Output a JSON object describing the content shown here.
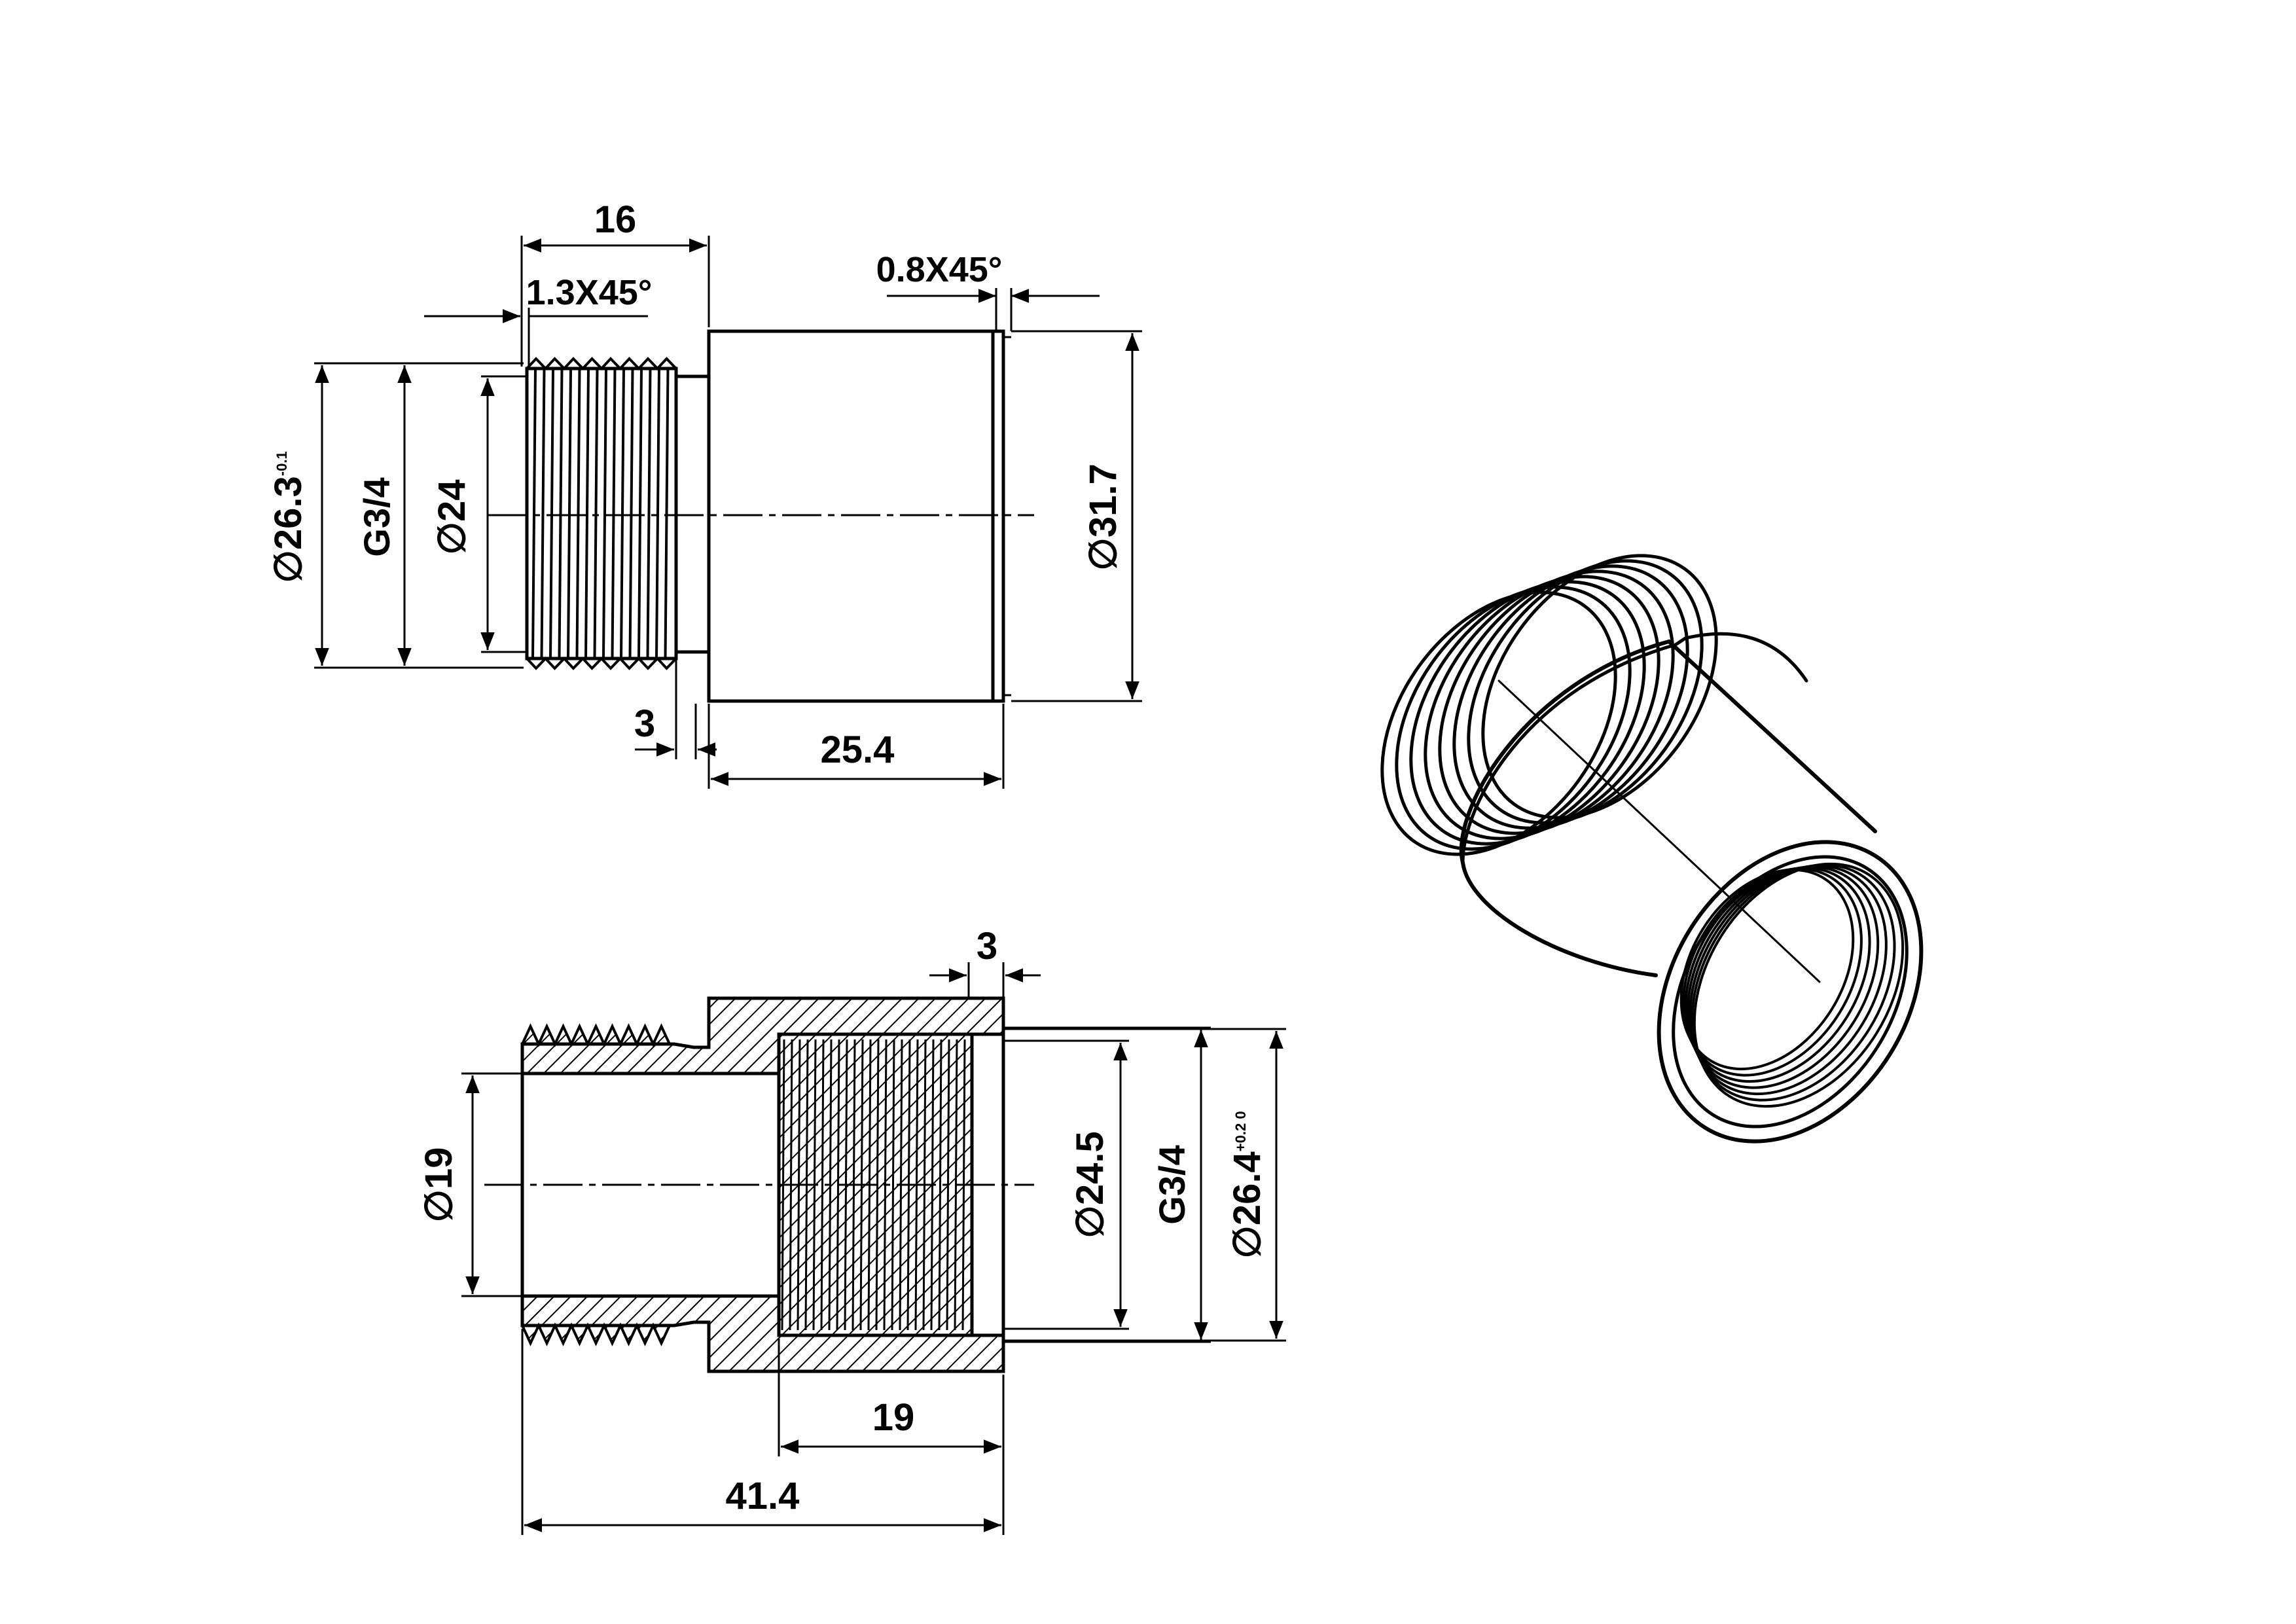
{
  "colors": {
    "ink": "#000000",
    "background": "#ffffff"
  },
  "side_view": {
    "length_thread": "16",
    "chamfer_left": "1.3X45°",
    "chamfer_right": "0.8X45°",
    "dia_outer_thread": "∅26.3",
    "dia_outer_thread_tol": "-0.1",
    "thread_spec": "G3/4",
    "dia_root": "∅24",
    "dia_body": "∅31.7",
    "relief": "3",
    "length_body": "25.4"
  },
  "section_view": {
    "relief": "3",
    "dia_bore": "∅19",
    "dia_inner_minor": "∅24.5",
    "thread_spec": "G3/4",
    "dia_inner_major": "∅26.4",
    "dia_inner_major_tol": "+0.2 0",
    "depth_female": "19",
    "length_total": "41.4"
  }
}
